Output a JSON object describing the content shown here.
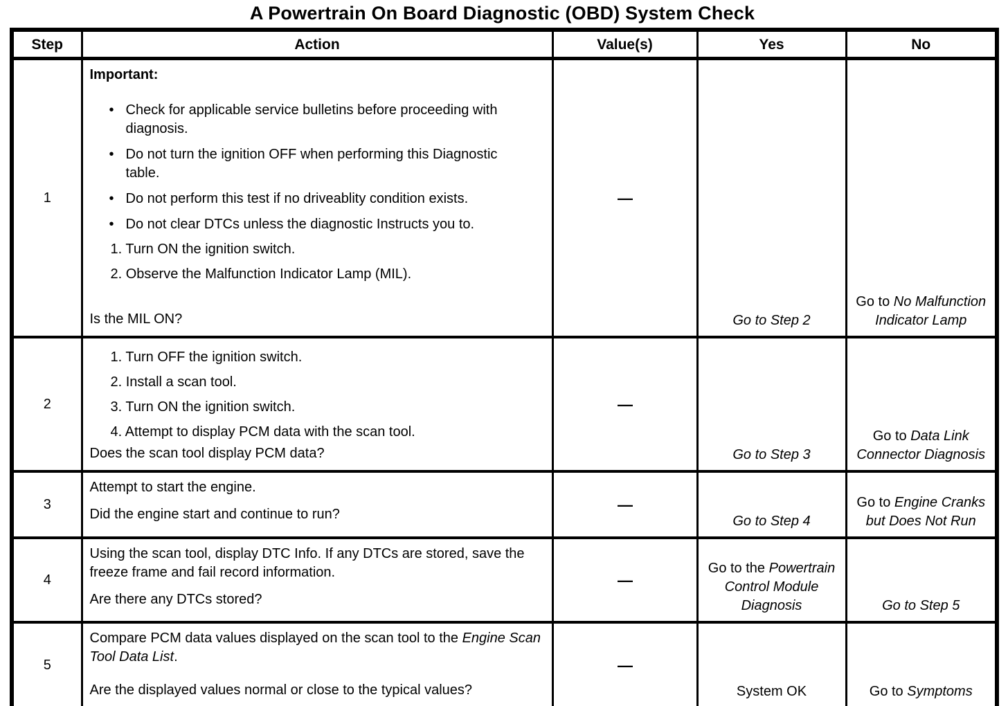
{
  "title": "A Powertrain On Board Diagnostic (OBD) System Check",
  "icons": {
    "bullet": "•"
  },
  "table": {
    "headers": {
      "step": "Step",
      "action": "Action",
      "values": "Value(s)",
      "yes": "Yes",
      "no": "No"
    },
    "rows": [
      {
        "step": "1",
        "important": "Important:",
        "bullets": [
          "Check for applicable service bulletins before proceeding with diagnosis.",
          "Do not turn the ignition OFF when performing this Diagnostic table.",
          "Do not perform this test if no driveablity condition exists.",
          "Do not clear DTCs unless the diagnostic Instructs you to."
        ],
        "numbered": [
          "1. Turn ON the ignition switch.",
          "2. Observe the Malfunction Indicator Lamp (MIL)."
        ],
        "question": "Is the MIL ON?",
        "value": "—",
        "yes": {
          "plain": "",
          "italic": "Go to Step 2"
        },
        "no": {
          "plain": "Go to ",
          "italic": "No Malfunction Indicator Lamp"
        }
      },
      {
        "step": "2",
        "numbered": [
          "1. Turn OFF the ignition switch.",
          "2. Install a scan tool.",
          "3. Turn ON the ignition switch.",
          "4. Attempt to display PCM data with the scan tool."
        ],
        "question": "Does the scan tool display PCM data?",
        "value": "—",
        "yes": {
          "plain": "",
          "italic": "Go to Step 3"
        },
        "no": {
          "plain": "Go to ",
          "italic": "Data Link Connector Diagnosis"
        }
      },
      {
        "step": "3",
        "lines": [
          "Attempt to start the engine."
        ],
        "question": "Did the engine start and continue to run?",
        "value": "—",
        "yes": {
          "plain": "",
          "italic": "Go to Step 4"
        },
        "no": {
          "plain": "Go to ",
          "italic": "Engine Cranks but Does Not Run"
        }
      },
      {
        "step": "4",
        "lines": [
          "Using the scan tool, display DTC Info. If any DTCs are stored, save the freeze frame and fail record information."
        ],
        "question": "Are there any DTCs stored?",
        "value": "—",
        "yes": {
          "plain": "Go to the ",
          "italic": "Powertrain Control Module Diagnosis"
        },
        "no": {
          "plain": "",
          "italic": "Go to Step 5"
        }
      },
      {
        "step": "5",
        "para": [
          "Compare PCM data values displayed on the scan tool to the ",
          "Engine Scan Tool Data List",
          "."
        ],
        "question": "Are the displayed values normal or close to the typical values?",
        "value": "—",
        "yes": {
          "plain": "System OK",
          "italic": ""
        },
        "no": {
          "plain": "Go to ",
          "italic": "Symptoms"
        }
      }
    ]
  }
}
